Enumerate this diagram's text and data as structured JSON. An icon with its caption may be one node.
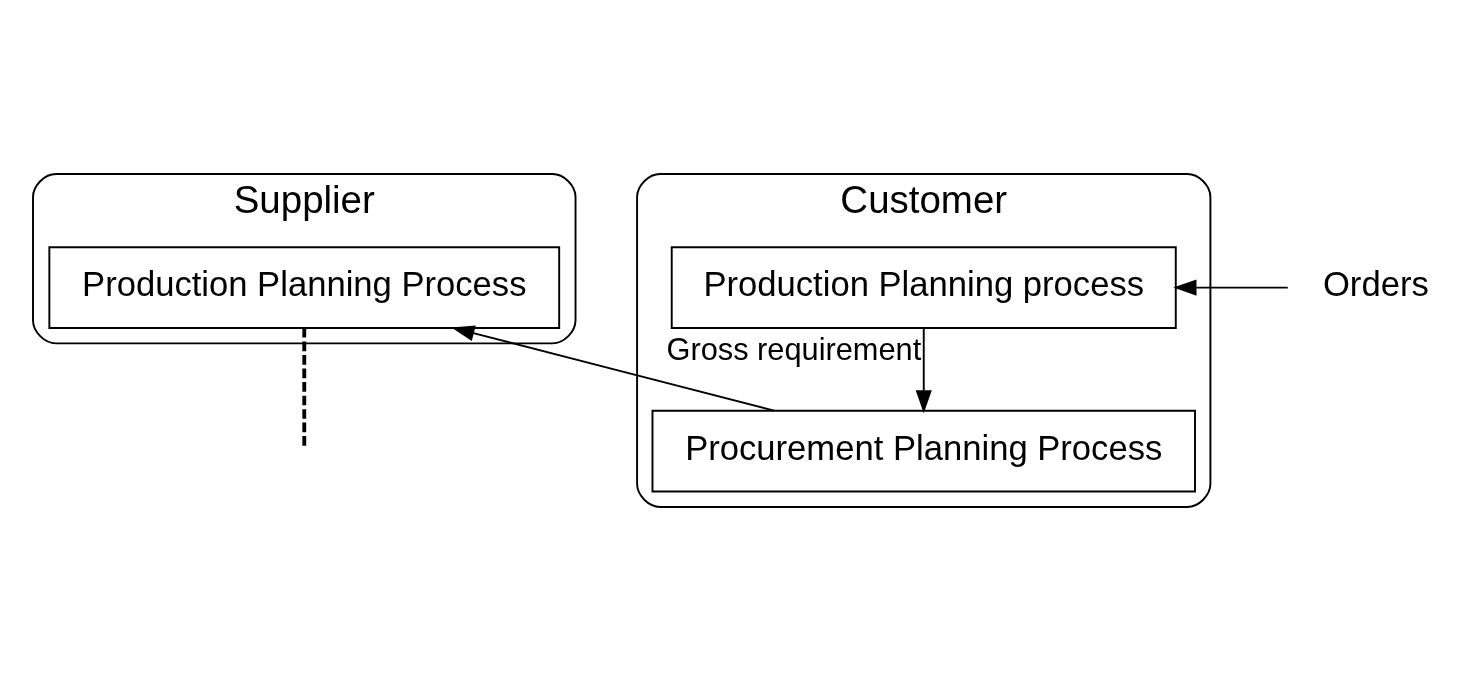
{
  "diagram": {
    "nodes": [
      {
        "text": [
          "Supplier"
        ]
      },
      {
        "text": [
          "Production Planning Process"
        ],
        "in": 0
      },
      {
        "text": [
          "Customer"
        ]
      },
      {
        "text": [
          "Production Planning process"
        ],
        "in": 2
      },
      {
        "text": [
          "Procurement Planning Process"
        ],
        "in": 2
      },
      {
        "text": [
          "Orders"
        ]
      }
    ],
    "edges": [
      {
        "from": 5,
        "to": 3,
        "arrow": "to"
      },
      {
        "from": 3,
        "to": 4,
        "arrow": "to",
        "label": "Gross requirement"
      },
      {
        "from": 4,
        "to": 1,
        "arrow": "to"
      },
      {
        "from": 1,
        "to": null,
        "arrow": "none",
        "style": "dashed"
      }
    ]
  }
}
